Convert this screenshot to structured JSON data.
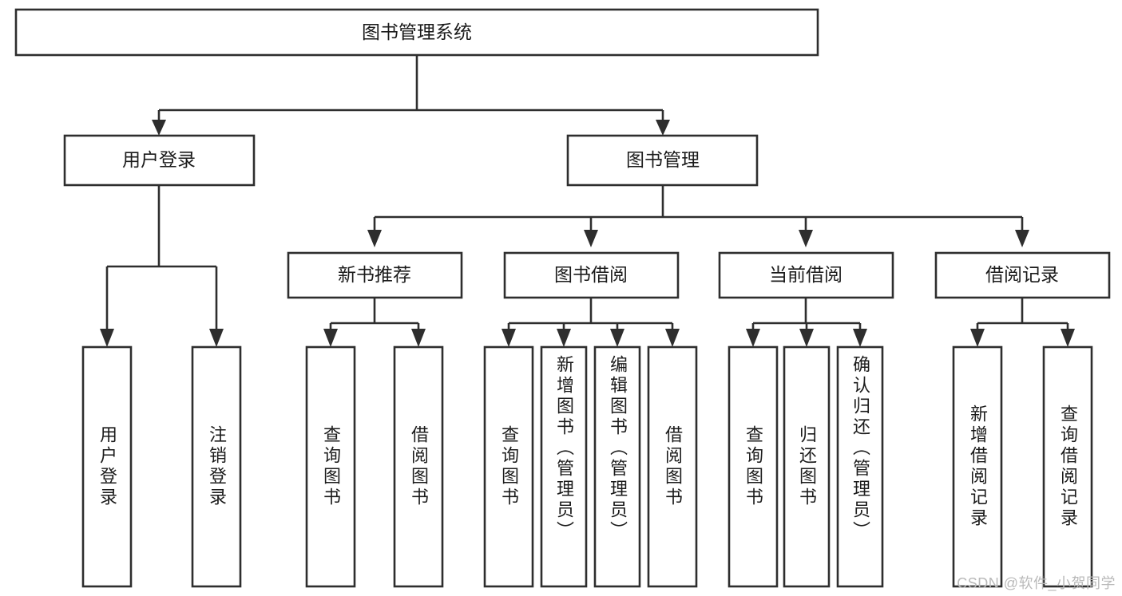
{
  "diagram": {
    "type": "tree",
    "title": "图书管理系统",
    "watermark": "CSDN @软件_小贺同学",
    "colors": {
      "box_stroke": "#2e2e2e",
      "box_fill": "#ffffff",
      "text": "#1b1b1b",
      "background": "#ffffff",
      "watermark": "#b9b9b9"
    },
    "levels": {
      "root": {
        "label": "图书管理系统"
      },
      "level2": [
        {
          "label": "用户登录"
        },
        {
          "label": "图书管理"
        }
      ],
      "level3": [
        {
          "label": "新书推荐"
        },
        {
          "label": "图书借阅"
        },
        {
          "label": "当前借阅"
        },
        {
          "label": "借阅记录"
        }
      ]
    },
    "leaves": {
      "user_login": [
        {
          "label": "用户登录"
        },
        {
          "label": "注销登录"
        }
      ],
      "new_book_recommend": [
        {
          "label": "查询图书"
        },
        {
          "label": "借阅图书"
        }
      ],
      "book_borrow": [
        {
          "label": "查询图书"
        },
        {
          "label": "新增图书（管理员）"
        },
        {
          "label": "编辑图书（管理员）"
        },
        {
          "label": "借阅图书"
        }
      ],
      "current_borrow": [
        {
          "label": "查询图书"
        },
        {
          "label": "归还图书"
        },
        {
          "label": "确认归还（管理员）"
        }
      ],
      "borrow_record": [
        {
          "label": "新增借阅记录"
        },
        {
          "label": "查询借阅记录"
        }
      ]
    },
    "edges": [
      {
        "from": "图书管理系统",
        "to": "用户登录"
      },
      {
        "from": "图书管理系统",
        "to": "图书管理"
      },
      {
        "from": "用户登录",
        "to": "用户登录"
      },
      {
        "from": "用户登录",
        "to": "注销登录"
      },
      {
        "from": "图书管理",
        "to": "新书推荐"
      },
      {
        "from": "图书管理",
        "to": "图书借阅"
      },
      {
        "from": "图书管理",
        "to": "当前借阅"
      },
      {
        "from": "图书管理",
        "to": "借阅记录"
      },
      {
        "from": "新书推荐",
        "to": "查询图书"
      },
      {
        "from": "新书推荐",
        "to": "借阅图书"
      },
      {
        "from": "图书借阅",
        "to": "查询图书"
      },
      {
        "from": "图书借阅",
        "to": "新增图书（管理员）"
      },
      {
        "from": "图书借阅",
        "to": "编辑图书（管理员）"
      },
      {
        "from": "图书借阅",
        "to": "借阅图书"
      },
      {
        "from": "当前借阅",
        "to": "查询图书"
      },
      {
        "from": "当前借阅",
        "to": "归还图书"
      },
      {
        "from": "当前借阅",
        "to": "确认归还（管理员）"
      },
      {
        "from": "借阅记录",
        "to": "新增借阅记录"
      },
      {
        "from": "借阅记录",
        "to": "查询借阅记录"
      }
    ]
  }
}
